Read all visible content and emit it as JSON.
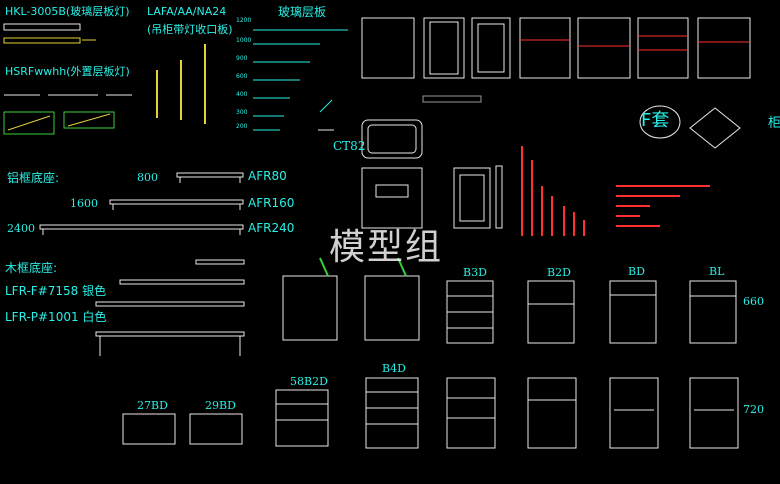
{
  "labels": {
    "hkl": "HKL-3005B(玻璃层板灯)",
    "hsrf": "HSRFwwhh(外置层板灯)",
    "lafa": "LAFA/AA/NA24",
    "lafa_sub": "(吊柜带灯收口板)",
    "glass_shelf": "玻璃层板",
    "ct82": "CT82",
    "alu_base": "铝框底座:",
    "wood_base": "木框底座:",
    "lfr_f": "LFR-F#7158 银色",
    "lfr_p": "LFR-P#1001 白色",
    "n800": "800",
    "n1600": "1600",
    "n2400": "2400",
    "afr80": "AFR80",
    "afr160": "AFR160",
    "afr240": "AFR240",
    "b3d": "B3D",
    "b2d": "B2D",
    "bd": "BD",
    "bl": "BL",
    "b4d": "B4D",
    "b58b2d": "58B2D",
    "b27bd": "27BD",
    "b29bd": "29BD",
    "h660": "660",
    "h720": "720",
    "ruler_1200": "1200",
    "ruler_1000": "1000",
    "ruler_900": "900",
    "ruler_600": "600",
    "ruler_400": "400",
    "ruler_300": "300",
    "ruler_200": "200",
    "watermark": "模型组",
    "logo": "F套",
    "edge_char": "柜"
  },
  "colors": {
    "cyan": "#28f0e6",
    "white": "#e8e8e8",
    "red": "#ff3030",
    "green": "#3ad13a",
    "yellow": "#e6d23a",
    "background": "#000000"
  }
}
